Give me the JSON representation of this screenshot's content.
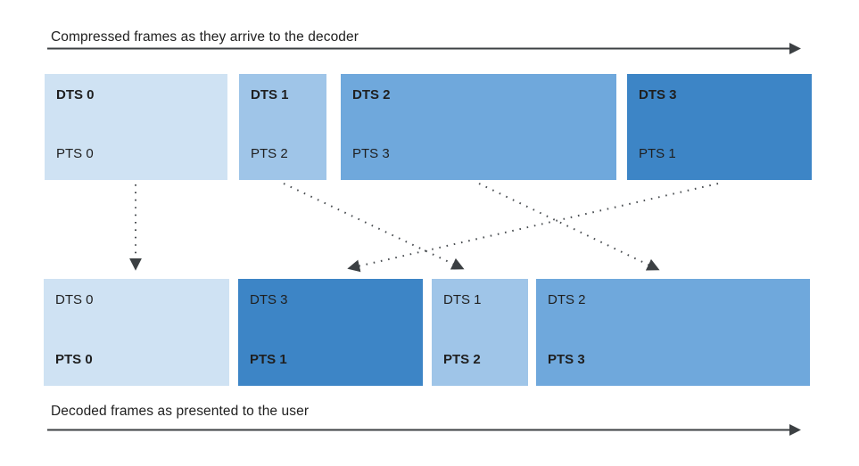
{
  "diagram": {
    "top": {
      "caption": "Compressed frames as they arrive to the decoder",
      "frames": [
        {
          "dts": "DTS 0",
          "pts": "PTS 0"
        },
        {
          "dts": "DTS 1",
          "pts": "PTS 2"
        },
        {
          "dts": "DTS 2",
          "pts": "PTS 3"
        },
        {
          "dts": "DTS 3",
          "pts": "PTS 1"
        }
      ]
    },
    "bottom": {
      "caption": "Decoded frames as presented to the user",
      "frames": [
        {
          "dts": "DTS 0",
          "pts": "PTS 0"
        },
        {
          "dts": "DTS 3",
          "pts": "PTS 1"
        },
        {
          "dts": "DTS 1",
          "pts": "PTS 2"
        },
        {
          "dts": "DTS 2",
          "pts": "PTS 3"
        }
      ]
    },
    "connections": [
      {
        "from_top_frame": "DTS 0",
        "to_bottom_frame": "DTS 0"
      },
      {
        "from_top_frame": "DTS 1",
        "to_bottom_frame": "DTS 1"
      },
      {
        "from_top_frame": "DTS 2",
        "to_bottom_frame": "DTS 2"
      },
      {
        "from_top_frame": "DTS 3",
        "to_bottom_frame": "DTS 3"
      }
    ],
    "colors": {
      "frame0": "#cfe2f3",
      "frame1": "#9fc5e8",
      "frame2": "#6fa8dc",
      "frame3": "#3d85c6",
      "axis_arrow": "#3c4043",
      "connector": "#4a4e52",
      "text": "#1f1f1f"
    }
  }
}
